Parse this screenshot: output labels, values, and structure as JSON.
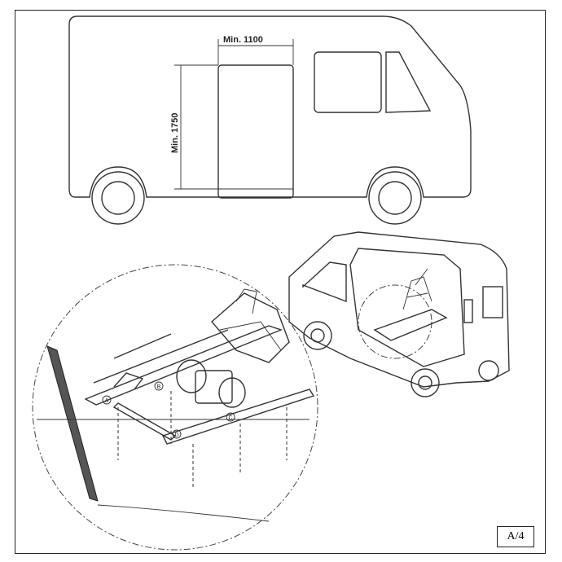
{
  "dimensions": {
    "width_label": "Min. 1100",
    "height_label": "Min. 1750"
  },
  "frame_labels": [
    "A",
    "B",
    "C",
    "D"
  ],
  "figure_ref": "A/4"
}
